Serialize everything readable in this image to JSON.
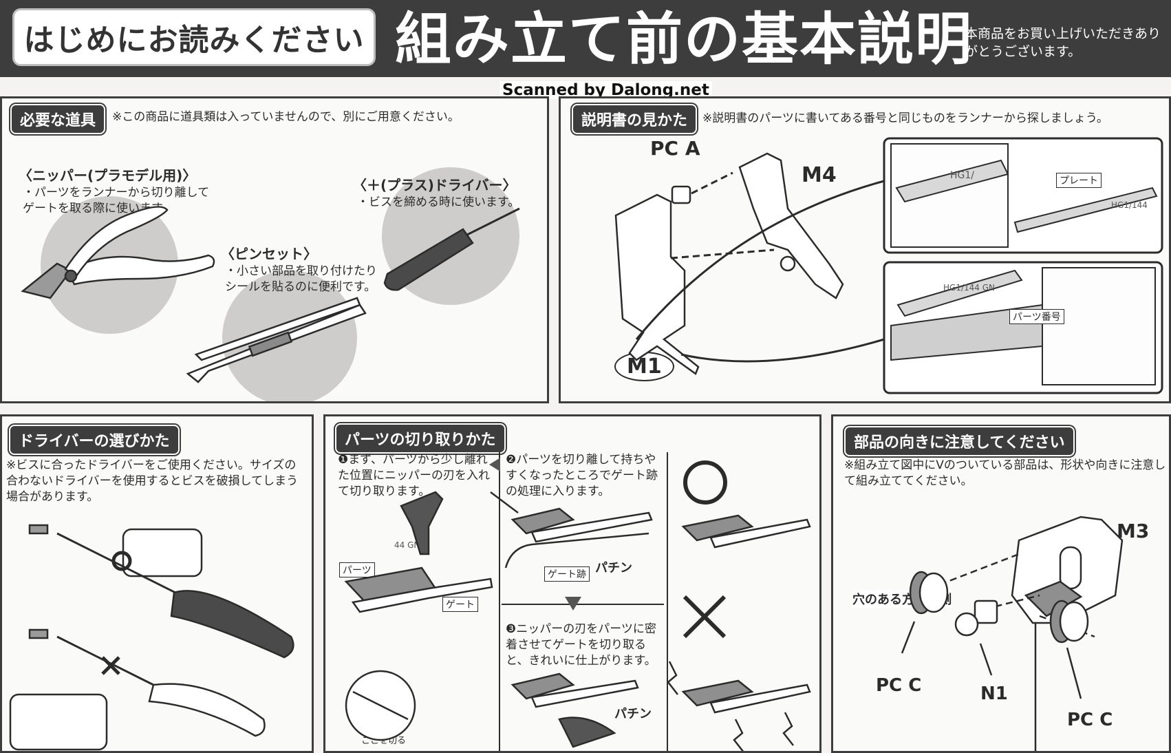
{
  "header": {
    "badge": "はじめにお読みください",
    "title": "組み立て前の基本説明",
    "thanks": "本商品をお買い上げいただきありがとうございます。"
  },
  "scan_credit": "Scanned by Dalong.net",
  "tools": {
    "tag": "必要な道具",
    "note": "※この商品に道具類は入っていませんので、別にご用意ください。",
    "nipper_title": "〈ニッパー(プラモデル用)〉",
    "nipper_desc": "・パーツをランナーから切り離してゲートを取る際に使います。",
    "driver_title": "〈＋(プラス)ドライバー〉",
    "driver_desc": "・ビスを締める時に使います。",
    "tweezer_title": "〈ピンセット〉",
    "tweezer_desc": "・小さい部品を取り付けたりシールを貼るのに便利です。"
  },
  "manual": {
    "tag": "説明書の見かた",
    "note": "※説明書のパーツに書いてある番号と同じものをランナーから探しましょう。",
    "label_pca": "PC A",
    "label_m4": "M4",
    "label_m1": "M1",
    "plate_label": "プレート",
    "part_number_label": "パーツ番号",
    "runner_text_1": "HG1/",
    "runner_text_2": "HG1/144",
    "runner_text_3": "HG1/144 GN"
  },
  "driver_select": {
    "tag": "ドライバーの選びかた",
    "desc": "※ビスに合ったドライバーをご使用ください。サイズの合わないドライバーを使用するとビスを破損してしまう場合があります。"
  },
  "cutting": {
    "tag": "パーツの切り取りかた",
    "step1": "❶まず、パーツから少し離れた位置にニッパーの刃を入れて切り取ります。",
    "step2": "❷パーツを切り離して持ちやすくなったところでゲート跡の処理に入ります。",
    "step3": "❸ニッパーの刃をパーツに密着させてゲートを切り取ると、きれいに仕上がります。",
    "label_parts": "パーツ",
    "label_gate": "ゲート",
    "label_gate_mark": "ゲート跡",
    "label_snap": "パチン",
    "label_cut_here": "ここを切る",
    "runner_mark": "44 GN"
  },
  "orientation": {
    "tag": "部品の向きに注意してください",
    "desc": "※組み立て図中にVのついている部品は、形状や向きに注意して組み立ててください。",
    "hole_label": "穴のある方が外側",
    "label_m3": "M3",
    "label_pcc_1": "PC C",
    "label_n1": "N1",
    "label_pcc_2": "PC C"
  },
  "colors": {
    "dark": "#3d3d3d",
    "circle": "#cfcdcb",
    "paper": "#fafaf8"
  }
}
